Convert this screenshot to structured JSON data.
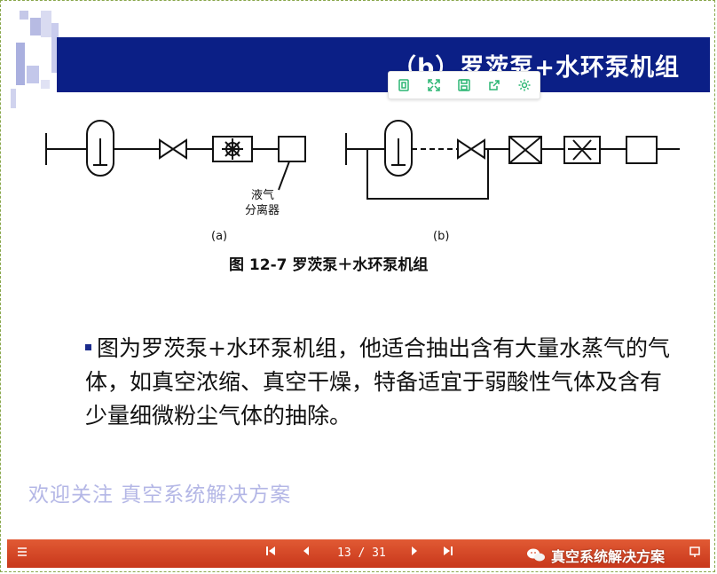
{
  "slide": {
    "title": "（b）罗茨泵+水环泵机组",
    "figure": {
      "caption": "图 12-7   罗茨泵＋水环泵机组",
      "label_a": "(a)",
      "label_b": "(b)",
      "callout_line1": "液气",
      "callout_line2": "分离器"
    },
    "body": "图为罗茨泵+水环泵机组，他适合抽出含有大量水蒸气的气体，如真空浓缩、真空干燥，特备适宜于弱酸性气体及含有少量细微粉尘气体的抽除。",
    "watermark": "欢迎关注  真空系统解决方案"
  },
  "toolbar": {
    "icons": [
      "copy-icon",
      "expand-icon",
      "save-icon",
      "share-icon",
      "settings-icon"
    ],
    "color": "#2bb673"
  },
  "nav": {
    "page": "13 / 31",
    "brand": "真空系统解决方案",
    "bar_color": "#d94a2a"
  },
  "colors": {
    "title_bar": "#0b1f86",
    "watermark": "#b4b7e6"
  }
}
